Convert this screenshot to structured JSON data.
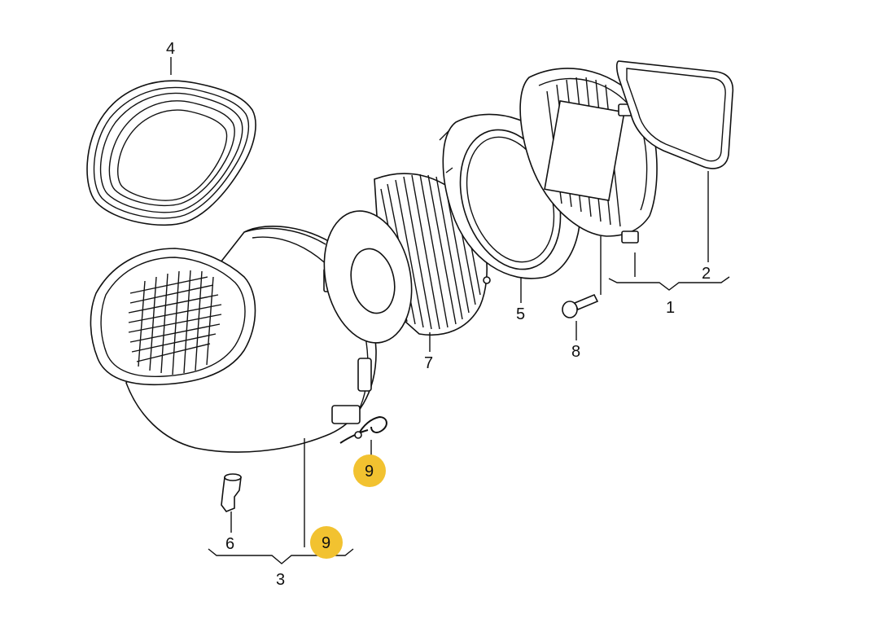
{
  "diagram": {
    "callouts": {
      "c1": "1",
      "c2": "2",
      "c3": "3",
      "c4": "4",
      "c5": "5",
      "c6": "6",
      "c7": "7",
      "c8": "8",
      "c9a": "9",
      "c9b": "9"
    },
    "highlight_color": "#F2C230"
  }
}
